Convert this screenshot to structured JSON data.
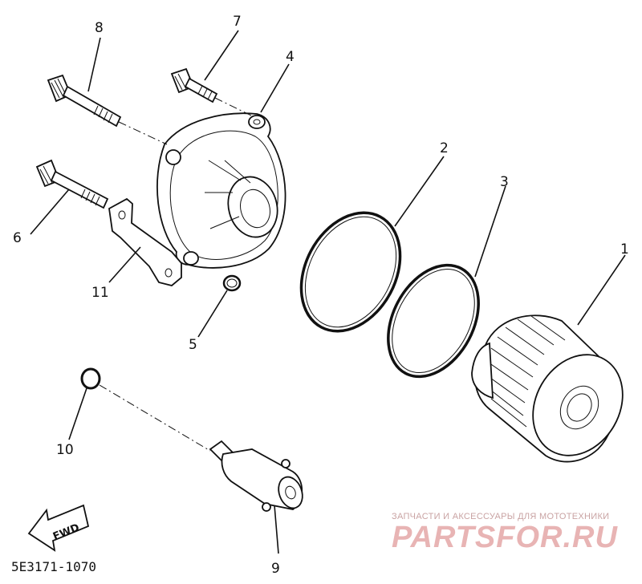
{
  "callouts": [
    "8",
    "7",
    "4",
    "2",
    "3",
    "1",
    "6",
    "11",
    "5",
    "10",
    "9"
  ],
  "drawing_code": "5E3171-1070",
  "fwd_label": "FWD",
  "watermark": {
    "line1": "ЗАПЧАСТИ И АКСЕССУАРЫ ДЛЯ МОТОТЕХНИКИ",
    "logo": "PARTSFOR.RU"
  },
  "colors": {
    "ink": "#111111",
    "watermark": "#e8b4b4"
  }
}
